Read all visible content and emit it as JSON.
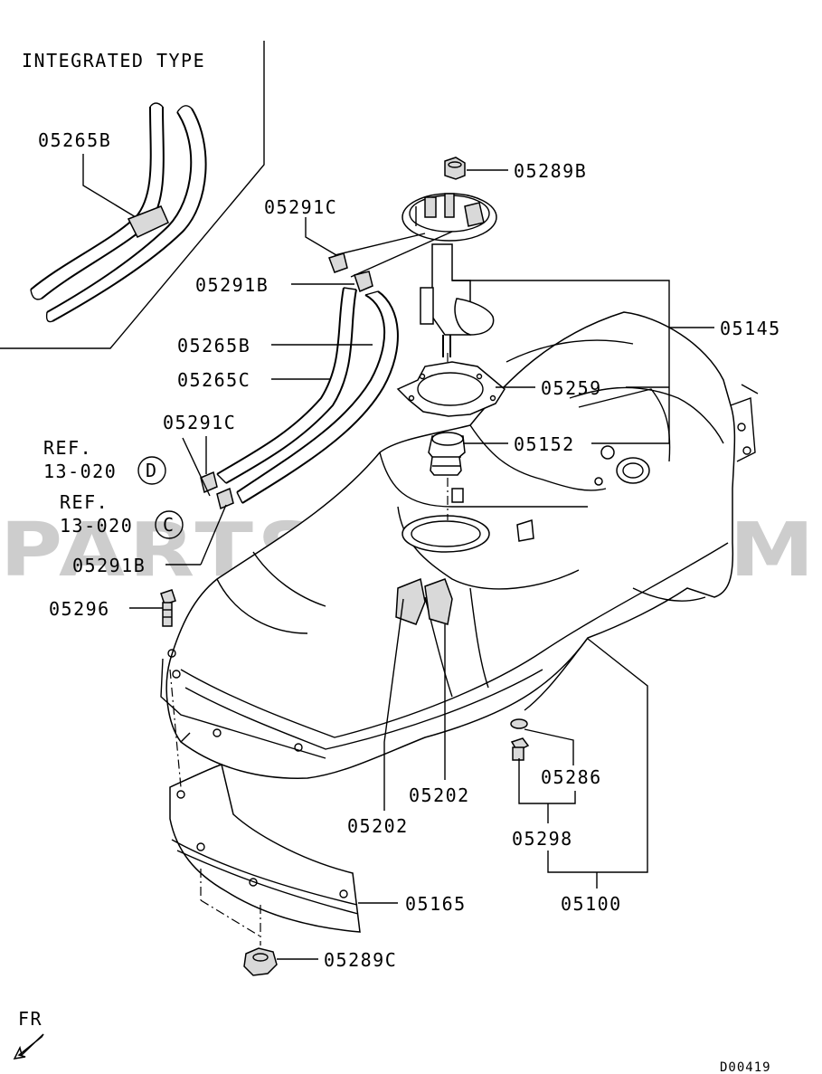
{
  "inset": {
    "title": "INTEGRATED TYPE",
    "label": "05265B"
  },
  "labels": {
    "p05289B": "05289B",
    "p05291C_top": "05291C",
    "p05291B_top": "05291B",
    "p05265B": "05265B",
    "p05265C": "05265C",
    "p05145": "05145",
    "p05259": "05259",
    "p05152": "05152",
    "p05291C_mid": "05291C",
    "p05291B_low": "05291B",
    "p05296": "05296",
    "p05286": "05286",
    "p05298": "05298",
    "p05202_a": "05202",
    "p05202_b": "05202",
    "p05165": "05165",
    "p05100": "05100",
    "p05289C": "05289C"
  },
  "refs": [
    {
      "ref": "REF.",
      "code": "13-020",
      "circle": "D"
    },
    {
      "ref": "REF.",
      "code": "13-020",
      "circle": "C"
    }
  ],
  "watermark": "PARTSOUQ.COM",
  "direction": "FR",
  "diagram_code": "D00419"
}
